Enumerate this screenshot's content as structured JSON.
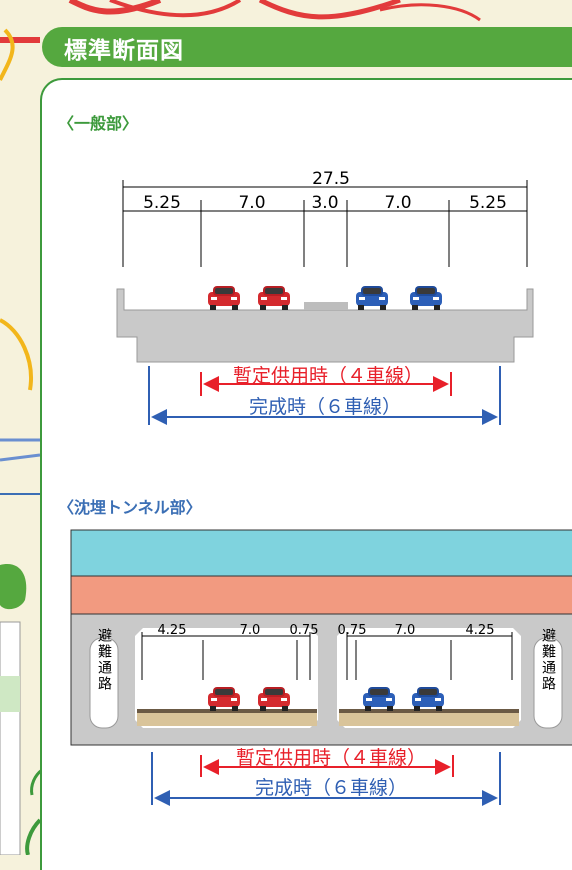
{
  "page": {
    "title": "標準断面図"
  },
  "section_general": {
    "heading": "〈一般部〉",
    "total_width": "27.5",
    "segments": [
      "5.25",
      "7.0",
      "3.0",
      "7.0",
      "5.25"
    ],
    "provisional_label": "暫定供用時（４車線）",
    "complete_label": "完成時（６車線）"
  },
  "section_tunnel": {
    "heading": "〈沈埋トンネル部〉",
    "segments": [
      "4.25",
      "7.0",
      "0.75",
      "0.75",
      "7.0",
      "4.25"
    ],
    "evac_left": "避難通路",
    "evac_right": "避難通路",
    "provisional_label": "暫定供用時（４車線）",
    "complete_label": "完成時（６車線）"
  },
  "colors": {
    "accent_green": "#55a83f",
    "provisional_red": "#e8202a",
    "complete_blue": "#2f5fb3",
    "water": "#7fd3de",
    "seabed": "#f29a80",
    "concrete": "#c9c9c9"
  }
}
